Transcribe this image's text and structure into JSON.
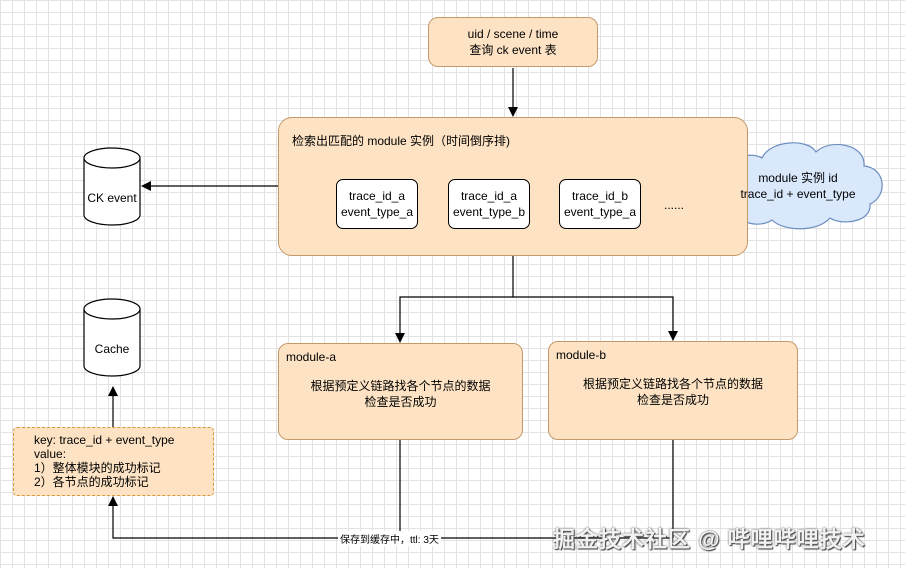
{
  "query_box": {
    "line1": "uid /  scene / time",
    "line2": "查询 ck event 表"
  },
  "match_box": {
    "title": "检索出匹配的 module 实例（时间倒序排)"
  },
  "instances": [
    {
      "line1": "trace_id_a",
      "line2": "event_type_a"
    },
    {
      "line1": "trace_id_a",
      "line2": "event_type_b"
    },
    {
      "line1": "trace_id_b",
      "line2": "event_type_a"
    }
  ],
  "ellipsis": "......",
  "cloud": {
    "line1": "module 实例 id",
    "line2": "trace_id + event_type"
  },
  "ck_event": {
    "label": "CK event"
  },
  "cache": {
    "label": "Cache"
  },
  "modules": [
    {
      "title": "module-a",
      "desc1": "根据预定义链路找各个节点的数据",
      "desc2": "检查是否成功"
    },
    {
      "title": "module-b",
      "desc1": "根据预定义链路找各个节点的数据",
      "desc2": "检查是否成功"
    }
  ],
  "kv_box": {
    "line1": "key: trace_id + event_type",
    "line2": "value:",
    "line3": "1）整体模块的成功标记",
    "line4": "2）各节点的成功标记"
  },
  "edge_label": "保存到缓存中，ttl: 3天",
  "watermark": "掘金技术社区 @ 哔哩哔哩技术",
  "colors": {
    "box_fill": "#fde3c4",
    "cloud_fill": "#dae8fc",
    "grid": "#e3e3e3"
  }
}
